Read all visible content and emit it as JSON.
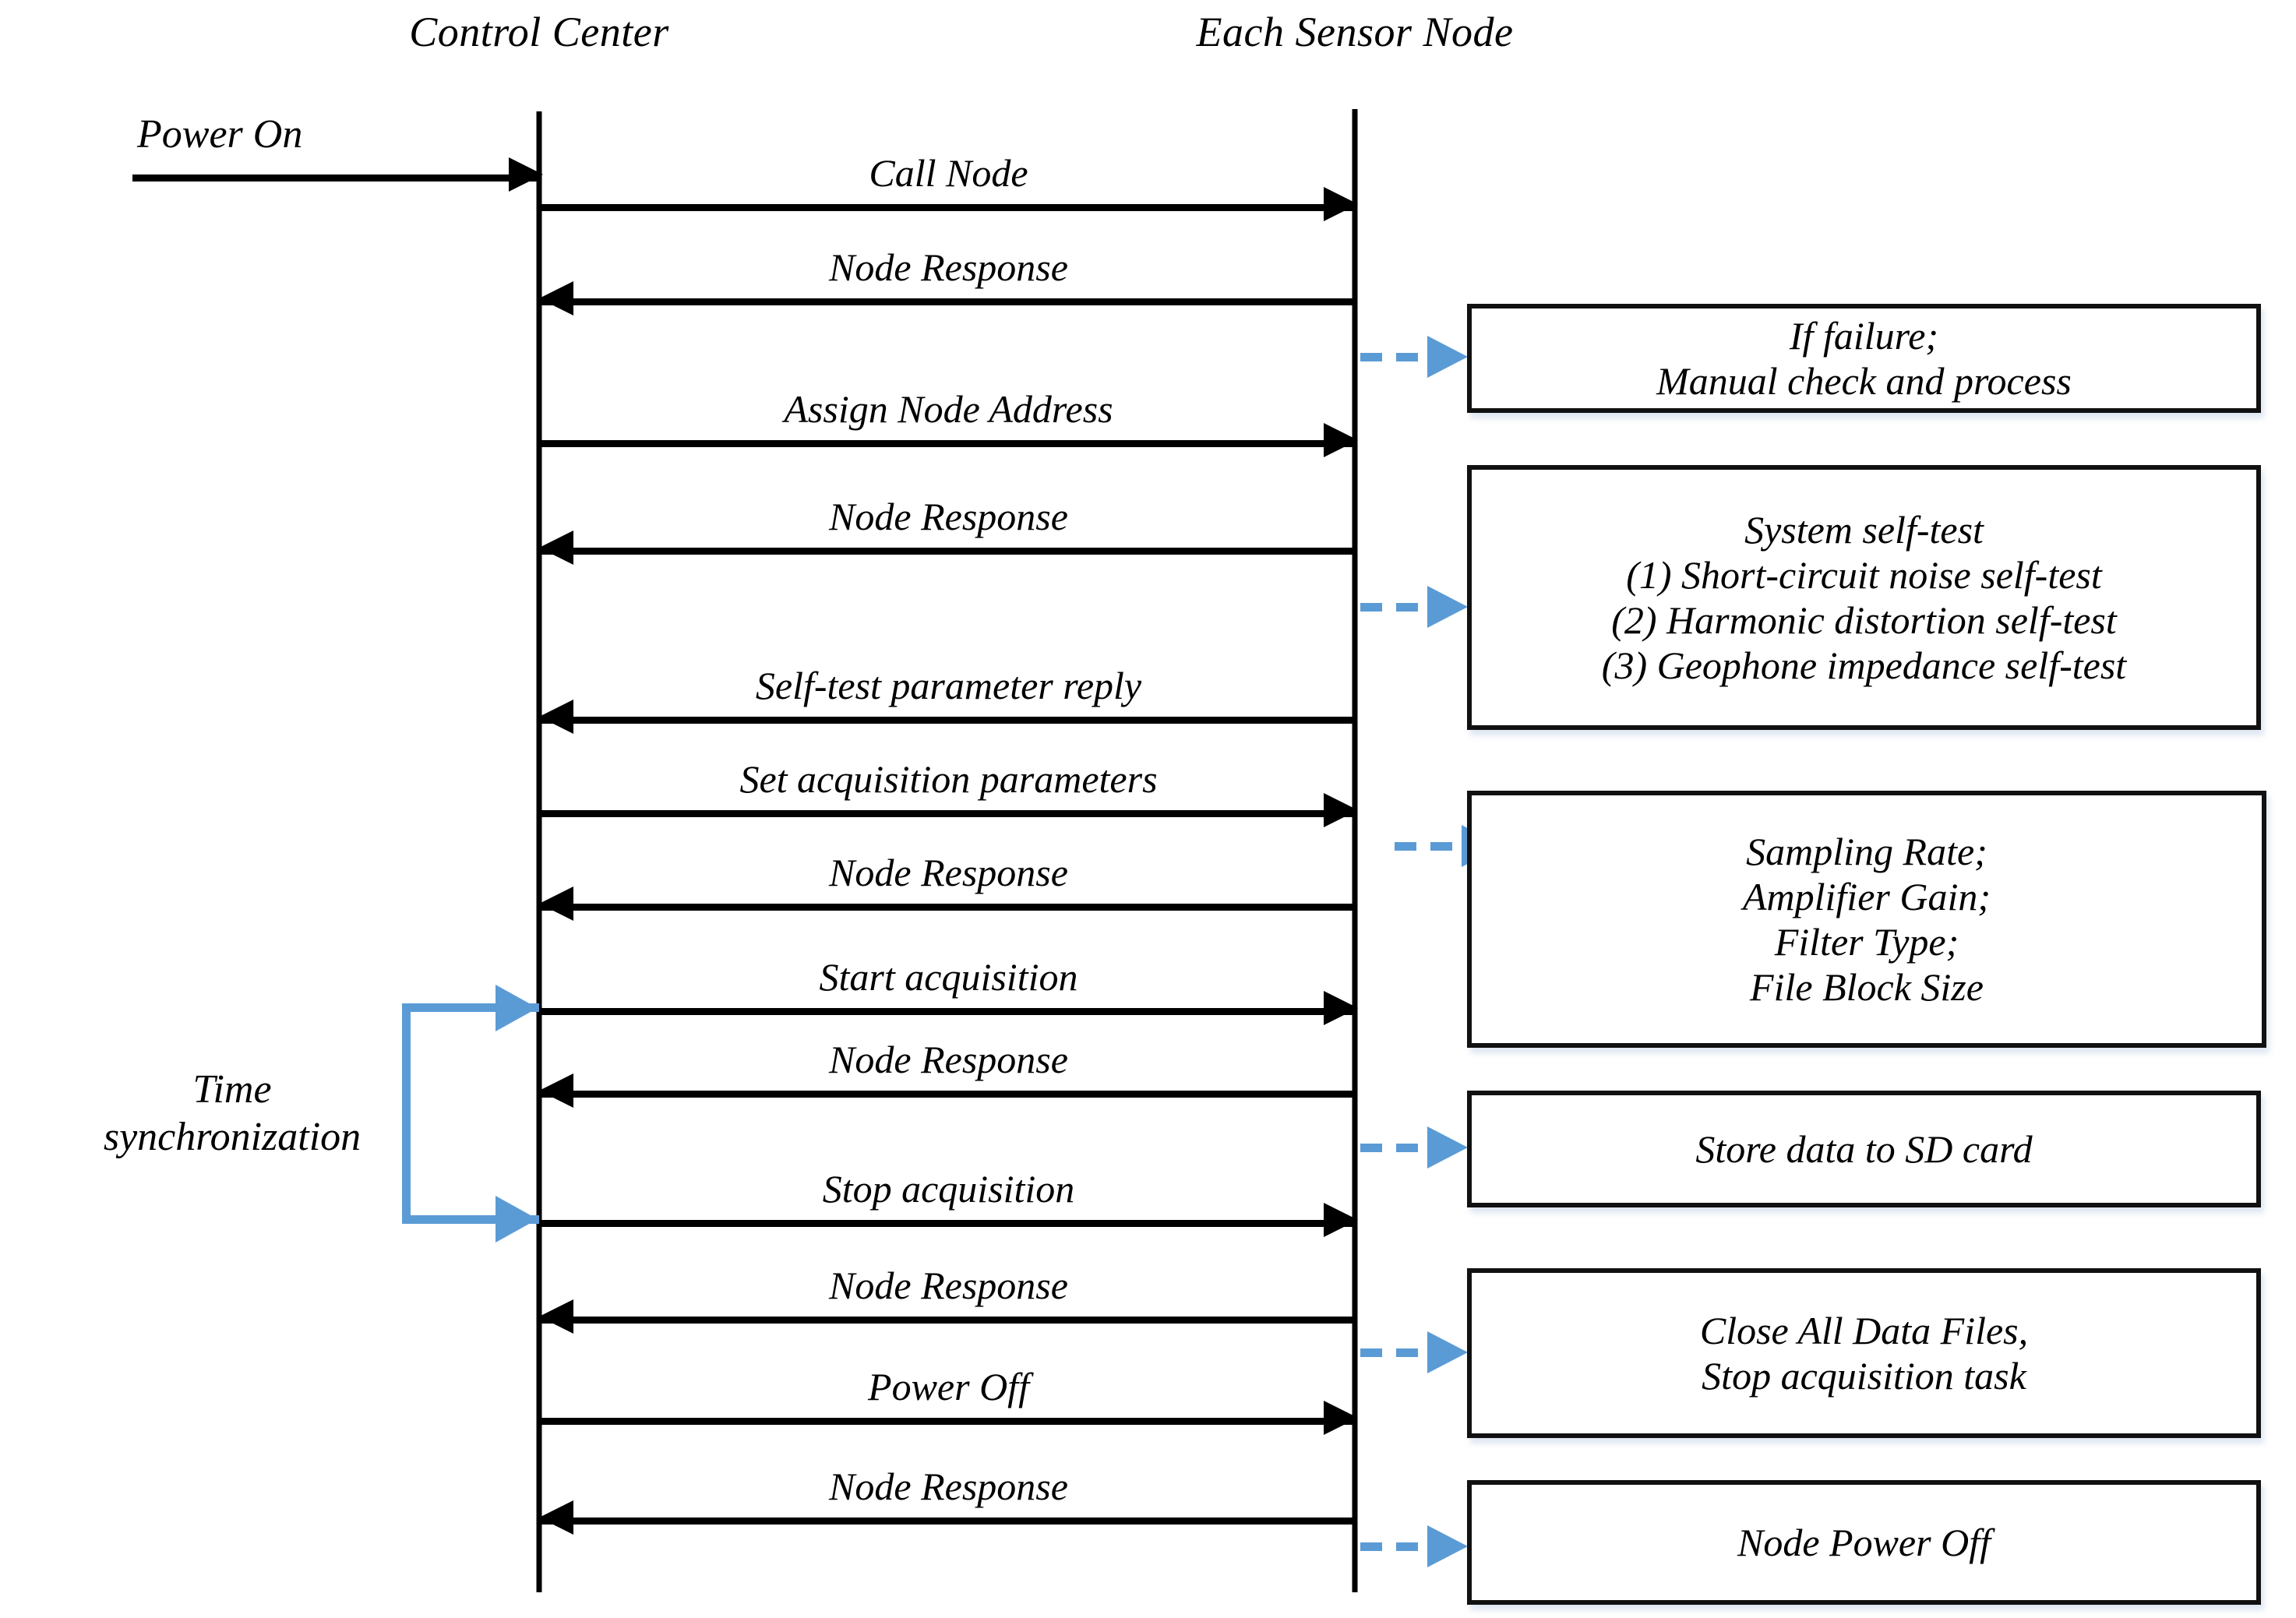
{
  "diagram": {
    "type": "sequence-diagram",
    "title": "Control Center / Sensor Node acquisition protocol",
    "accent_color": "#5B9BD5",
    "line_color": "#000000",
    "background": "#ffffff"
  },
  "actors": [
    {
      "id": "control-center",
      "label": "Control Center"
    },
    {
      "id": "sensor-node",
      "label": "Each Sensor Node"
    }
  ],
  "entry": {
    "label": "Power On"
  },
  "messages": [
    {
      "id": "call-node",
      "label": "Call Node",
      "direction": "right"
    },
    {
      "id": "node-response-1",
      "label": "Node Response",
      "direction": "left"
    },
    {
      "id": "assign-node-address",
      "label": "Assign Node Address",
      "direction": "right"
    },
    {
      "id": "node-response-2",
      "label": "Node Response",
      "direction": "left"
    },
    {
      "id": "self-test-parameter-reply",
      "label": "Self-test parameter reply",
      "direction": "left"
    },
    {
      "id": "set-acquisition-parameters",
      "label": "Set acquisition parameters",
      "direction": "right"
    },
    {
      "id": "node-response-3",
      "label": "Node Response",
      "direction": "left"
    },
    {
      "id": "start-acquisition",
      "label": "Start acquisition",
      "direction": "right"
    },
    {
      "id": "node-response-4",
      "label": "Node Response",
      "direction": "left"
    },
    {
      "id": "stop-acquisition",
      "label": "Stop acquisition",
      "direction": "right"
    },
    {
      "id": "node-response-5",
      "label": "Node Response",
      "direction": "left"
    },
    {
      "id": "power-off",
      "label": "Power Off",
      "direction": "right"
    },
    {
      "id": "node-response-6",
      "label": "Node Response",
      "direction": "left"
    }
  ],
  "notes": [
    {
      "id": "failure-note",
      "lines": [
        "If failure;",
        "Manual check and process"
      ]
    },
    {
      "id": "self-test-note",
      "lines": [
        "System self-test",
        "(1) Short-circuit noise self-test",
        "(2) Harmonic distortion self-test",
        "(3) Geophone impedance self-test"
      ]
    },
    {
      "id": "acquisition-parameters-note",
      "lines": [
        "Sampling Rate;",
        "Amplifier Gain;",
        "Filter Type;",
        "File Block Size"
      ]
    },
    {
      "id": "store-data-note",
      "lines": [
        "Store data to SD card"
      ]
    },
    {
      "id": "close-files-note",
      "lines": [
        "Close All Data Files,",
        "Stop acquisition task"
      ]
    },
    {
      "id": "node-power-off-note",
      "lines": [
        "Node Power Off"
      ]
    }
  ],
  "annotations": {
    "time_synchronization": {
      "line1": "Time",
      "line2": "synchronization"
    }
  }
}
